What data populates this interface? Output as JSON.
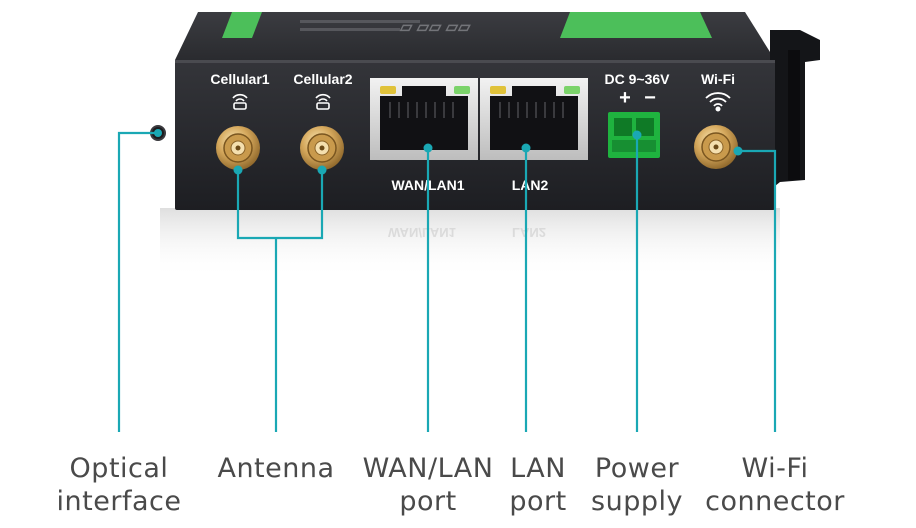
{
  "device_labels": {
    "cellular1": "Cellular1",
    "cellular2": "Cellular2",
    "wan_lan1": "WAN/LAN1",
    "lan2": "LAN2",
    "power_rating": "DC 9~36V",
    "plus": "+",
    "minus": "−",
    "wifi": "Wi-Fi",
    "reflection_wan": "WAN/LAN1",
    "reflection_lan": "LAN2"
  },
  "callouts": [
    {
      "line1": "Optical",
      "line2": "interface"
    },
    {
      "line1": "Antenna",
      "line2": ""
    },
    {
      "line1": "WAN/LAN",
      "line2": "port"
    },
    {
      "line1": "LAN",
      "line2": "port"
    },
    {
      "line1": "Power",
      "line2": "supply"
    },
    {
      "line1": "Wi-Fi",
      "line2": "connector"
    }
  ],
  "colors": {
    "leader": "#1aa8b4",
    "device": "#26272b",
    "brand_green": "#4cbf5a",
    "terminal_green": "#1fb33f",
    "caption_text": "#4a4a4a"
  },
  "icons": [
    "cellular-antenna-icon",
    "cellular-antenna-icon",
    "wifi-icon"
  ]
}
